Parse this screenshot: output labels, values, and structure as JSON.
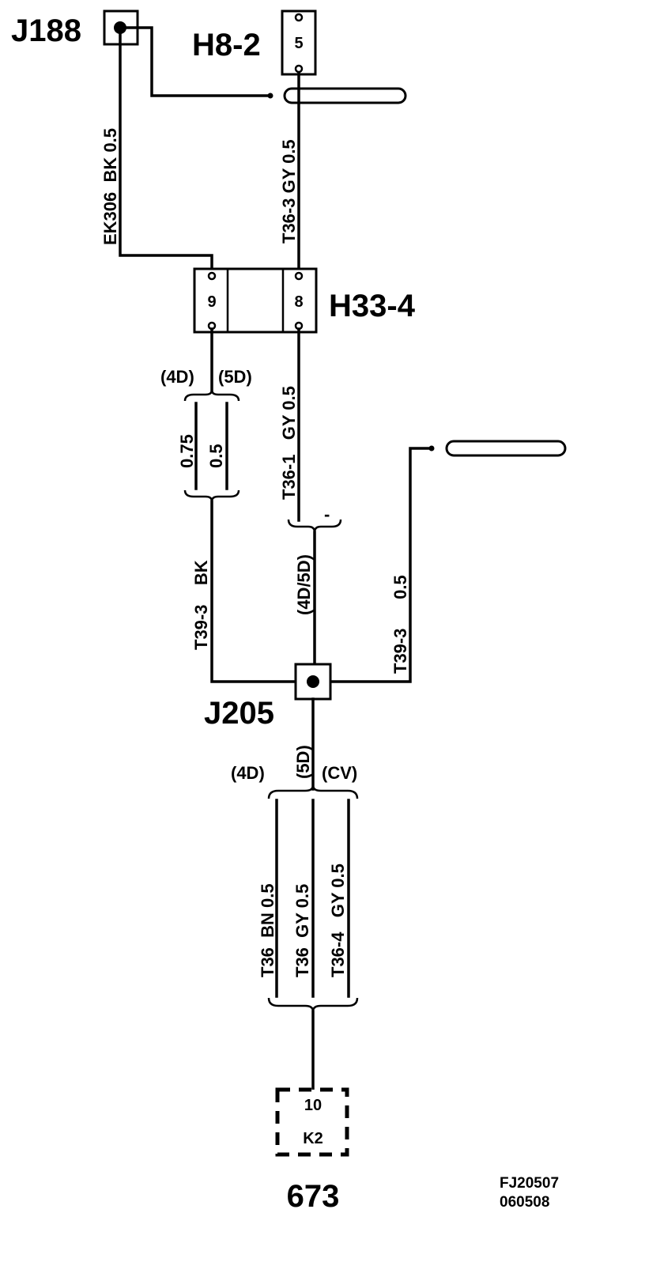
{
  "components": {
    "j188": "J188",
    "h8_2": "H8-2",
    "h33_4": "H33-4",
    "j205": "J205",
    "k2": "K2",
    "page_ref": "673"
  },
  "pins": {
    "h8_2": "5",
    "h33_4_left": "9",
    "h33_4_right": "8",
    "k2": "10"
  },
  "wires": {
    "j188_to_h33": "EK306  BK 0.5",
    "h8_to_h33": "T36-3 GY 0.5",
    "h33_right_down": "T36-1   GY 0.5",
    "h33_left_size_4d": "0.75",
    "h33_left_size_5d": "0.5",
    "left_to_j205": "T39-3    BK",
    "right_to_j205": "T39-3      0.5",
    "bottom_a": "T36  BN 0.5",
    "bottom_b": "T36  GY 0.5",
    "bottom_c": "T36-4   GY 0.5"
  },
  "variants": {
    "v4d_top": "(4D)",
    "v5d_top": "(5D)",
    "v4d5d": "(4D/5D)",
    "dash": "-",
    "v4d_bottom": "(4D)",
    "v5d_bottom": "(5D)",
    "vcv_bottom": "(CV)"
  },
  "footer": {
    "code1": "FJ20507",
    "code2": "060508"
  }
}
